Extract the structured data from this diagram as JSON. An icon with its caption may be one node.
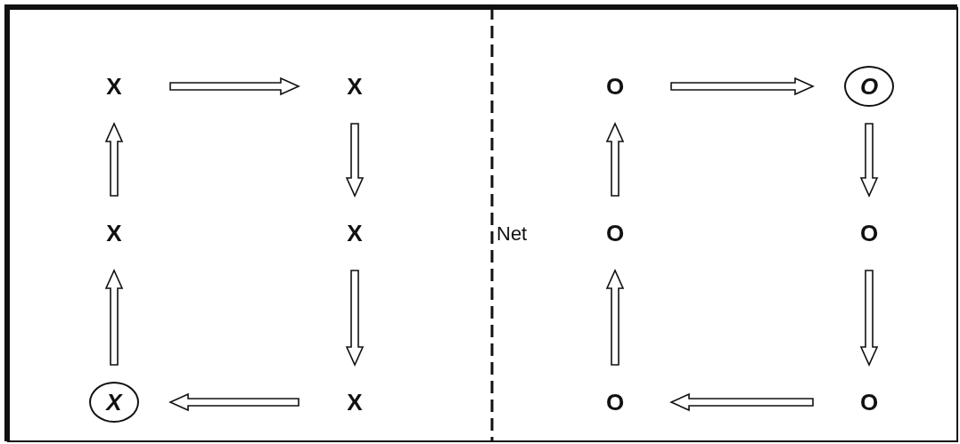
{
  "diagram": {
    "nodes": [
      {
        "text": [
          "X"
        ]
      },
      {
        "text": [
          "X"
        ]
      },
      {
        "text": [
          "X"
        ]
      },
      {
        "text": [
          "X"
        ]
      },
      {
        "text": [
          "X"
        ]
      },
      {
        "text": [
          "X"
        ]
      },
      {
        "text": [
          "O"
        ]
      },
      {
        "text": [
          "O"
        ]
      },
      {
        "text": [
          "O"
        ]
      },
      {
        "text": [
          "O"
        ]
      },
      {
        "text": [
          "O"
        ]
      },
      {
        "text": [
          "O"
        ]
      }
    ],
    "edges": [
      {
        "from": 0,
        "to": 1,
        "arrow": "to"
      },
      {
        "from": 1,
        "to": 3,
        "arrow": "to"
      },
      {
        "from": 3,
        "to": 5,
        "arrow": "to"
      },
      {
        "from": 5,
        "to": 4,
        "arrow": "to"
      },
      {
        "from": 4,
        "to": 2,
        "arrow": "to"
      },
      {
        "from": 2,
        "to": 0,
        "arrow": "to"
      },
      {
        "from": 6,
        "to": 7,
        "arrow": "to"
      },
      {
        "from": 7,
        "to": 9,
        "arrow": "to"
      },
      {
        "from": 9,
        "to": 11,
        "arrow": "to"
      },
      {
        "from": 11,
        "to": 10,
        "arrow": "to"
      },
      {
        "from": 10,
        "to": 8,
        "arrow": "to"
      },
      {
        "from": 8,
        "to": 6,
        "arrow": "to"
      }
    ],
    "labels": [
      "Net"
    ]
  }
}
